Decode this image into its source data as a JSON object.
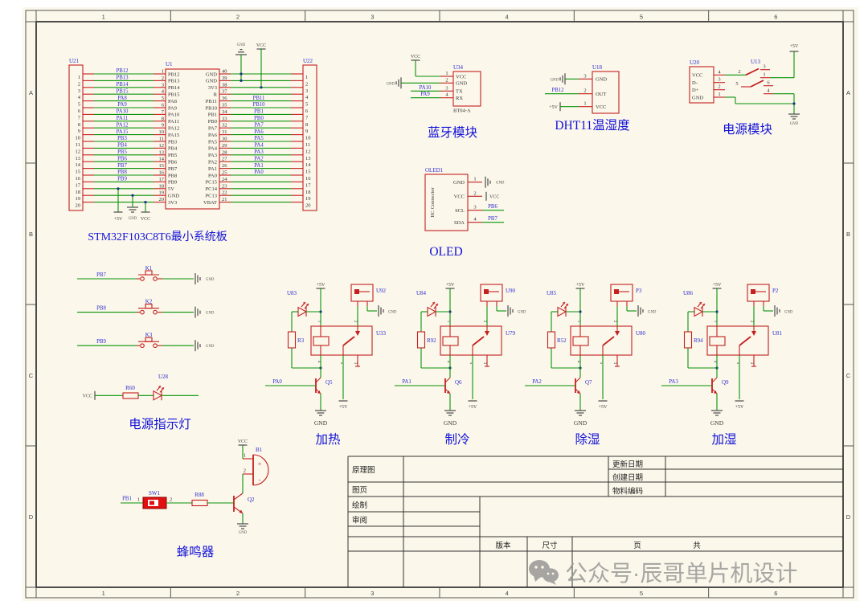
{
  "frame": {
    "columns": [
      "1",
      "2",
      "3",
      "4",
      "5",
      "6"
    ],
    "rows": [
      "A",
      "B",
      "C",
      "D"
    ]
  },
  "stm32": {
    "title": "STM32F103C8T6最小系统板",
    "left_conn": "U21",
    "mcu": "U1",
    "right_conn": "U22",
    "pins_1_20": [
      "1",
      "2",
      "3",
      "4",
      "5",
      "6",
      "7",
      "8",
      "9",
      "10",
      "11",
      "12",
      "13",
      "14",
      "15",
      "16",
      "17",
      "18",
      "19",
      "20"
    ],
    "pins_40_21": [
      "40",
      "39",
      "38",
      "37",
      "36",
      "35",
      "34",
      "33",
      "32",
      "31",
      "30",
      "29",
      "28",
      "27",
      "26",
      "25",
      "24",
      "23",
      "22",
      "21"
    ],
    "left_names": [
      "PB12",
      "PB13",
      "PB14",
      "PB15",
      "PA8",
      "PA9",
      "PA10",
      "PA11",
      "PA12",
      "PA15",
      "PB3",
      "PB4",
      "PB5",
      "PB6",
      "PB7",
      "PB8",
      "PB9",
      "5V",
      "GND",
      "3V3"
    ],
    "right_names": [
      "GND",
      "GND",
      "3V3",
      "R",
      "PB11",
      "PB10",
      "PB1",
      "PB0",
      "PA7",
      "PA6",
      "PA5",
      "PA4",
      "PA3",
      "PA2",
      "PA1",
      "PA0",
      "PC15",
      "PC14",
      "PC13",
      "VBAT"
    ],
    "left_nets": [
      "PB12",
      "PB13",
      "PB14",
      "PB15",
      "PA8",
      "PA9",
      "PA10",
      "PA11",
      "PA12",
      "PA15",
      "PB3",
      "PB4",
      "PB5",
      "PB6",
      "PB7",
      "PB8",
      "PB9"
    ],
    "right_nets": [
      "PB11",
      "PB10",
      "PB1",
      "PB0",
      "PA7",
      "PA6",
      "PA5",
      "PA4",
      "PA3",
      "PA2",
      "PA1",
      "PA0"
    ],
    "top_power": {
      "gnd": "GND",
      "vcc": "VCC"
    },
    "bottom_power": {
      "p5v": "+5V",
      "gnd": "GND",
      "vcc": "VCC"
    }
  },
  "bluetooth": {
    "designator": "U34",
    "part": "BT04-A",
    "title": "蓝牙模块",
    "vcc": "VCC",
    "gnd": "GND",
    "pin_numbers": [
      "1",
      "2",
      "3",
      "4"
    ],
    "pin_names": [
      "VCC",
      "GND",
      "TX",
      "RX"
    ],
    "nets": [
      "PA10",
      "PA9"
    ]
  },
  "dht11": {
    "designator": "U18",
    "title": "DHT11温湿度",
    "pin_numbers": [
      "3",
      "2",
      "1"
    ],
    "pin_names": [
      "GND",
      "OUT",
      "VCC"
    ],
    "net": "PB12",
    "power": "+5V",
    "gnd": "GND"
  },
  "power_module": {
    "conn": "U20",
    "switch": "U13",
    "title": "电源模块",
    "conn_names": [
      "VCC",
      "D-",
      "D+",
      "GND"
    ],
    "conn_pins": [
      "4",
      "3",
      "2",
      "1"
    ],
    "switch_pins": [
      "2",
      "3",
      "1",
      "5",
      "6",
      "4"
    ],
    "power": "+5V",
    "gnd": "GND"
  },
  "oled": {
    "designator": "OLED1",
    "body": "IIC Connector",
    "title": "OLED",
    "pin_numbers": [
      "1",
      "2",
      "3",
      "4"
    ],
    "pin_names": [
      "GND",
      "VCC",
      "SCL",
      "SDA"
    ],
    "gnd": "GND",
    "vcc": "VCC",
    "nets": [
      "PB6",
      "PB7"
    ]
  },
  "keys": {
    "gnd": "GND",
    "items": [
      {
        "designator": "K1",
        "net": "PB7"
      },
      {
        "designator": "K2",
        "net": "PB8"
      },
      {
        "designator": "K3",
        "net": "PB9"
      }
    ]
  },
  "power_led": {
    "vcc": "VCC",
    "resistor": "R60",
    "led": "U28",
    "title": "电源指示灯"
  },
  "buzzer": {
    "net": "PB1",
    "switch": "SW1",
    "pin1": "1",
    "pin2": "2",
    "resistor": "R88",
    "transistor": "Q2",
    "sounder": "B1",
    "plus": "+",
    "minus": "-",
    "vcc": "VCC",
    "gnd": "GND",
    "title": "蜂鸣器"
  },
  "relays": {
    "power": "+5V",
    "contact_power": "+5V",
    "gnd": "GND",
    "gnd_text": "GND",
    "pin_numbers": [
      "1",
      "2",
      "4",
      "5",
      "3"
    ],
    "circuits": [
      {
        "led": "U83",
        "resistor": "R3",
        "relay": "U33",
        "conn": "U92",
        "transistor": "Q5",
        "net": "PA0",
        "title": "加热"
      },
      {
        "led": "U84",
        "resistor": "R92",
        "relay": "U79",
        "conn": "U90",
        "transistor": "Q6",
        "net": "PA1",
        "title": "制冷"
      },
      {
        "led": "U85",
        "resistor": "R52",
        "relay": "U80",
        "conn": "P3",
        "transistor": "Q7",
        "net": "PA2",
        "title": "除湿"
      },
      {
        "led": "U86",
        "resistor": "R94",
        "relay": "U81",
        "conn": "P2",
        "transistor": "Q9",
        "net": "PA3",
        "title": "加湿"
      }
    ]
  },
  "title_block": {
    "schematic": "原理图",
    "sheet": "图页",
    "drawn": "绘制",
    "checked": "审阅",
    "updated": "更新日期",
    "created": "创建日期",
    "part_no": "物料编码",
    "version": "版本",
    "size": "尺寸",
    "page": "页",
    "total": "共"
  },
  "watermark": {
    "text": "公众号·辰哥单片机设计"
  }
}
